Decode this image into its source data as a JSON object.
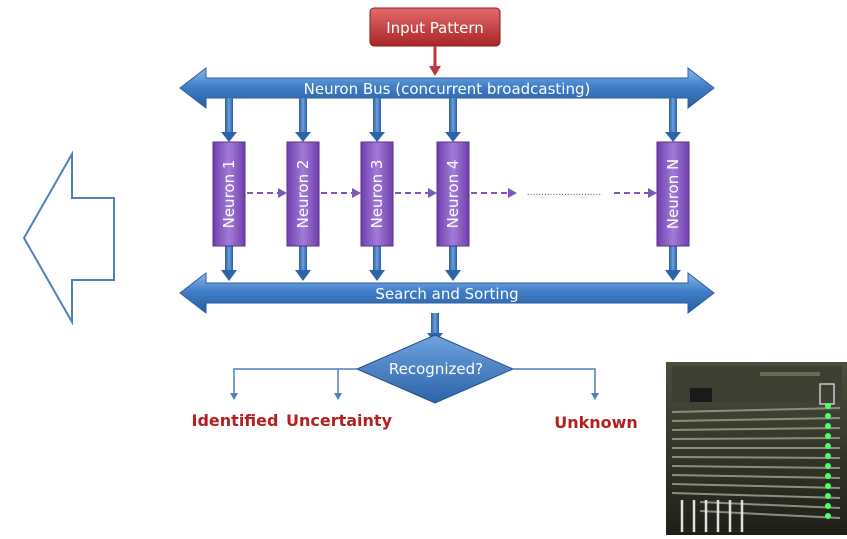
{
  "diagram": {
    "input_label": "Input Pattern",
    "bus_top_label": "Neuron Bus (concurrent broadcasting)",
    "bus_bottom_label": "Search and Sorting",
    "neurons": [
      {
        "label": "Neuron 1"
      },
      {
        "label": "Neuron 2"
      },
      {
        "label": "Neuron 3"
      },
      {
        "label": "Neuron 4"
      },
      {
        "label": "Neuron N"
      }
    ],
    "ellipsis": "..........................",
    "decision_label": "Recognized?",
    "outcomes": {
      "identified": "Identified",
      "uncertainty": "Uncertainty",
      "unknown": "Unknown"
    }
  },
  "icons": {
    "back_arrow": "left-arrow-outline-icon",
    "hardware_photo": "neural-chip-board-photo"
  },
  "colors": {
    "bus_blue": "#3f7fc9",
    "neuron_purple": "#8a58c6",
    "input_red": "#c0383a",
    "outcome_red": "#b3201e",
    "arrow_outline": "#4f7fbf"
  }
}
